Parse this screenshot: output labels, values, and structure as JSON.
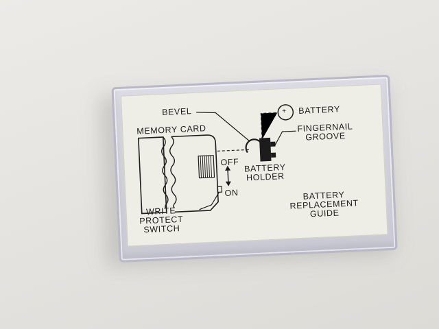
{
  "labels": {
    "bevel": "BEVEL",
    "battery": "BATTERY",
    "memory_card": "MEMORY CARD",
    "fingernail_groove_1": "FINGERNAIL",
    "fingernail_groove_2": "GROOVE",
    "off": "OFF",
    "on": "ON",
    "battery_holder_1": "BATTERY",
    "battery_holder_2": "HOLDER",
    "write_protect_1": "WRITE",
    "write_protect_2": "PROTECT",
    "write_protect_3": "SWITCH",
    "guide_1": "BATTERY",
    "guide_2": "REPLACEMENT",
    "guide_3": "GUIDE",
    "plus_symbol": "+"
  },
  "colors": {
    "background": "#e6e4e0",
    "card": "#efeee6",
    "ink": "#1c1c1c",
    "case_edge": "#b9b8c8"
  }
}
